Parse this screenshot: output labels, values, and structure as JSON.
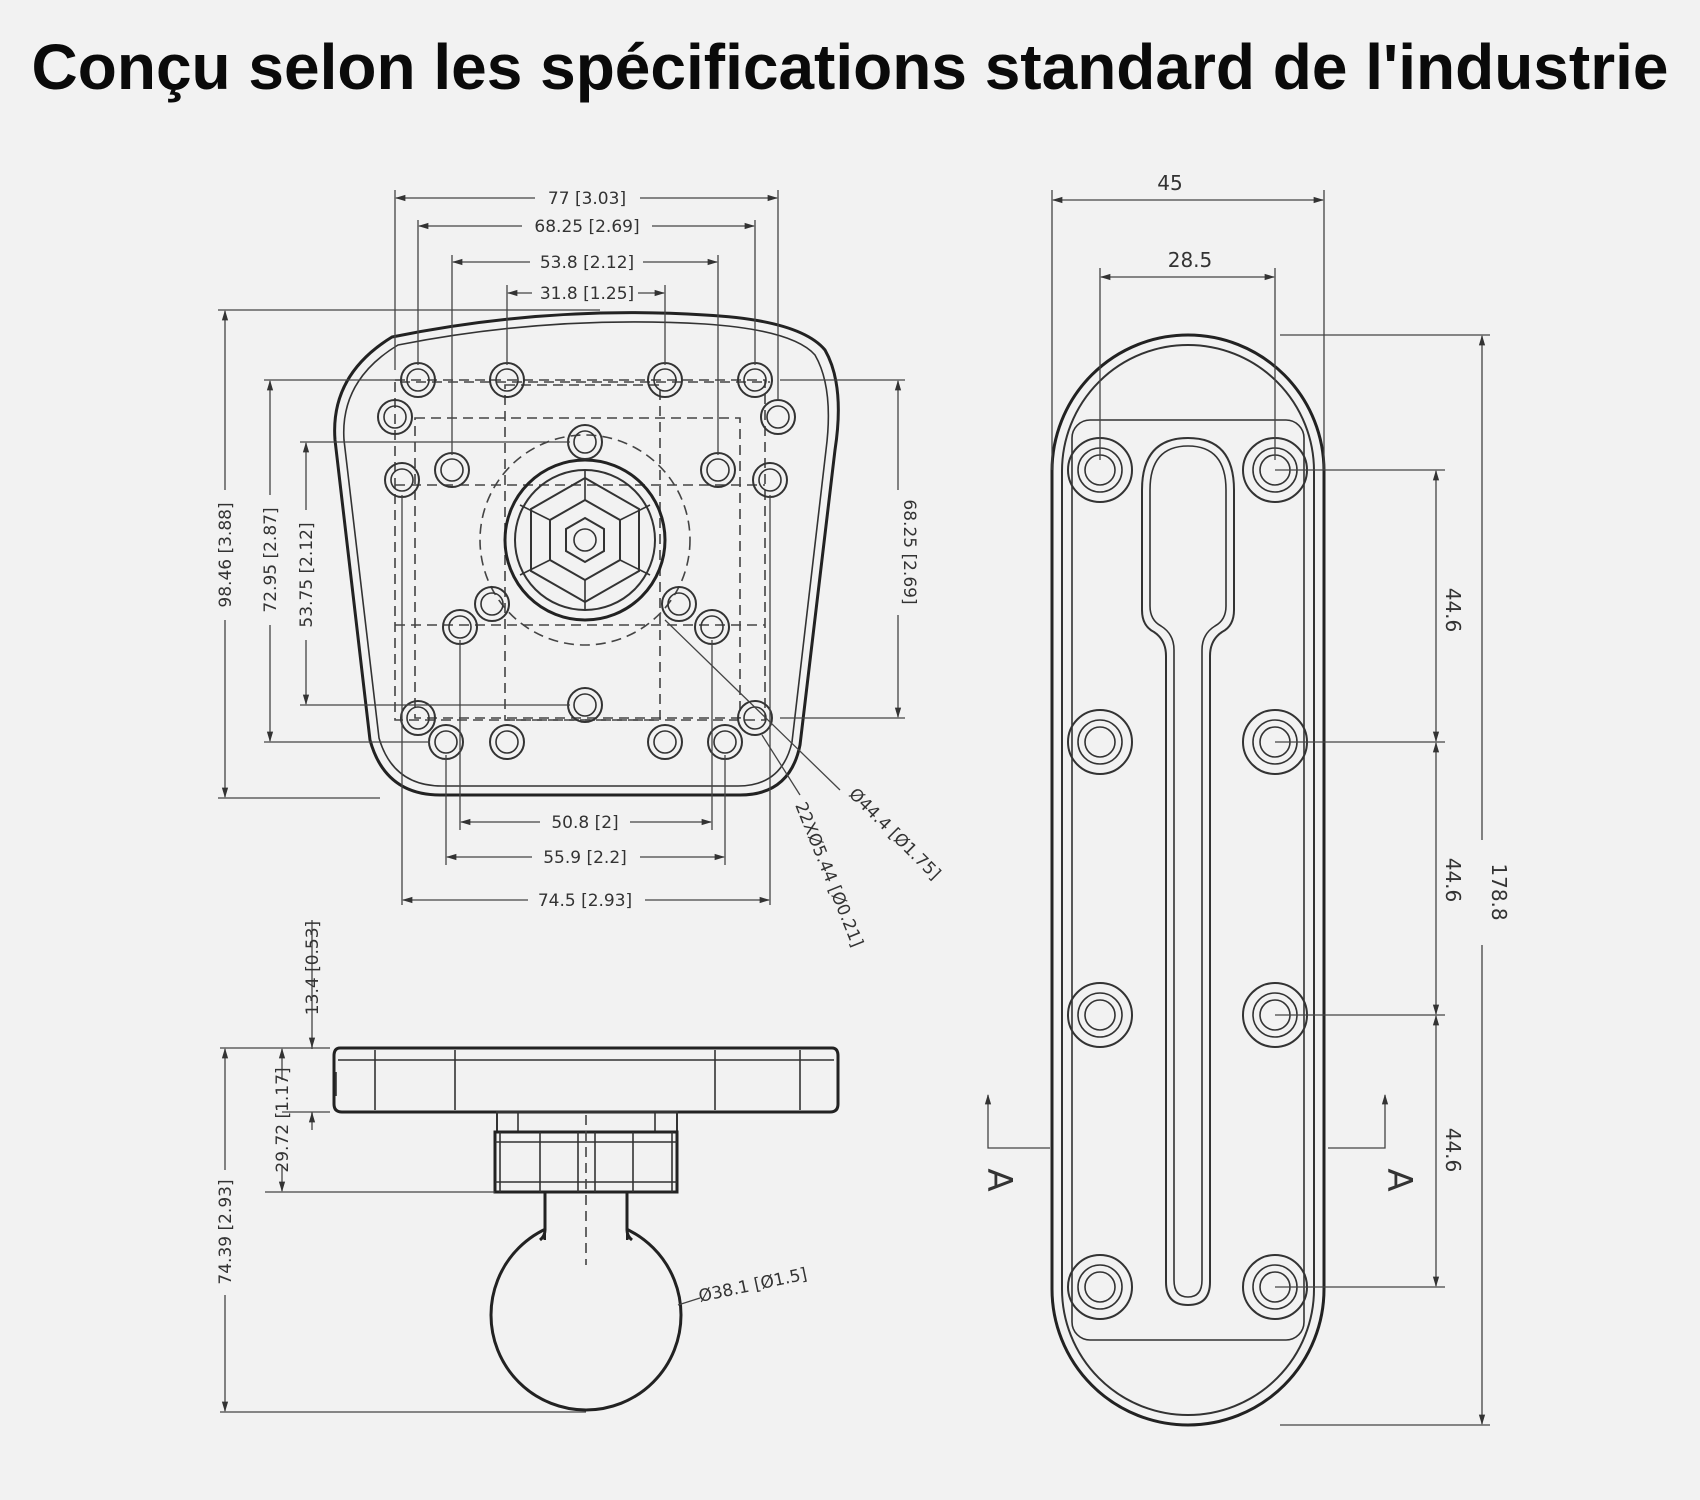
{
  "title": "Conçu selon les spécifications standard de l'industrie",
  "top_view": {
    "dims_horizontal_top": [
      "77 [3.03]",
      "68.25 [2.69]",
      "53.8 [2.12]",
      "31.8 [1.25]"
    ],
    "dims_vertical_left": [
      "98.46 [3.88]",
      "72.95 [2.87]",
      "53.75 [2.12]"
    ],
    "dim_vertical_right": "68.25 [2.69]",
    "dims_horizontal_bottom": [
      "50.8 [2]",
      "55.9 [2.2]",
      "74.5 [2.93]"
    ],
    "callout_hole_count": "22XØ5.44 [Ø0.21]",
    "callout_circle": "Ø44.4 [Ø1.75]"
  },
  "side_view": {
    "dim_thickness": "13.4 [0.53]",
    "dim_base": "29.72 [1.17]",
    "dim_total": "74.39 [2.93]",
    "callout_ball": "Ø38.1 [Ø1.5]"
  },
  "rail_view": {
    "dim_width": "45",
    "dim_hole_spacing": "28.5",
    "dim_pitch_1": "44.6",
    "dim_pitch_2": "44.6",
    "dim_pitch_3": "44.6",
    "dim_length": "178.8",
    "section_left": "A",
    "section_right": "A"
  }
}
